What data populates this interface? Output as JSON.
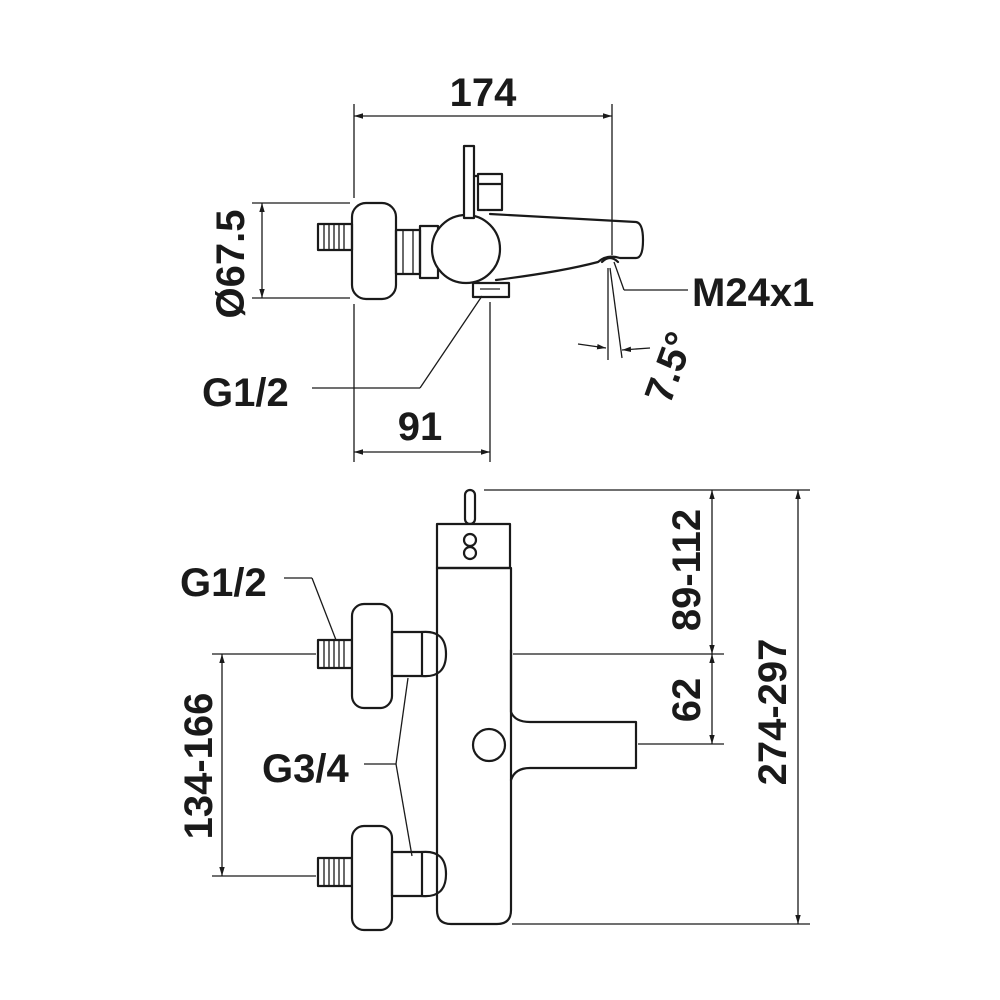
{
  "colors": {
    "line": "#1a1a1a",
    "background": "#ffffff"
  },
  "top_view": {
    "width_dim": "174",
    "diameter_dim": "Ø67.5",
    "inlet_thread": "G1/2",
    "inlet_dim": "91",
    "spout_thread": "M24x1",
    "spout_angle": "7.5°"
  },
  "front_view": {
    "top_thread": "G1/2",
    "side_thread": "G3/4",
    "inlet_spacing": "134-166",
    "handle_height": "89-112",
    "spout_height": "62",
    "total_height": "274-297"
  }
}
